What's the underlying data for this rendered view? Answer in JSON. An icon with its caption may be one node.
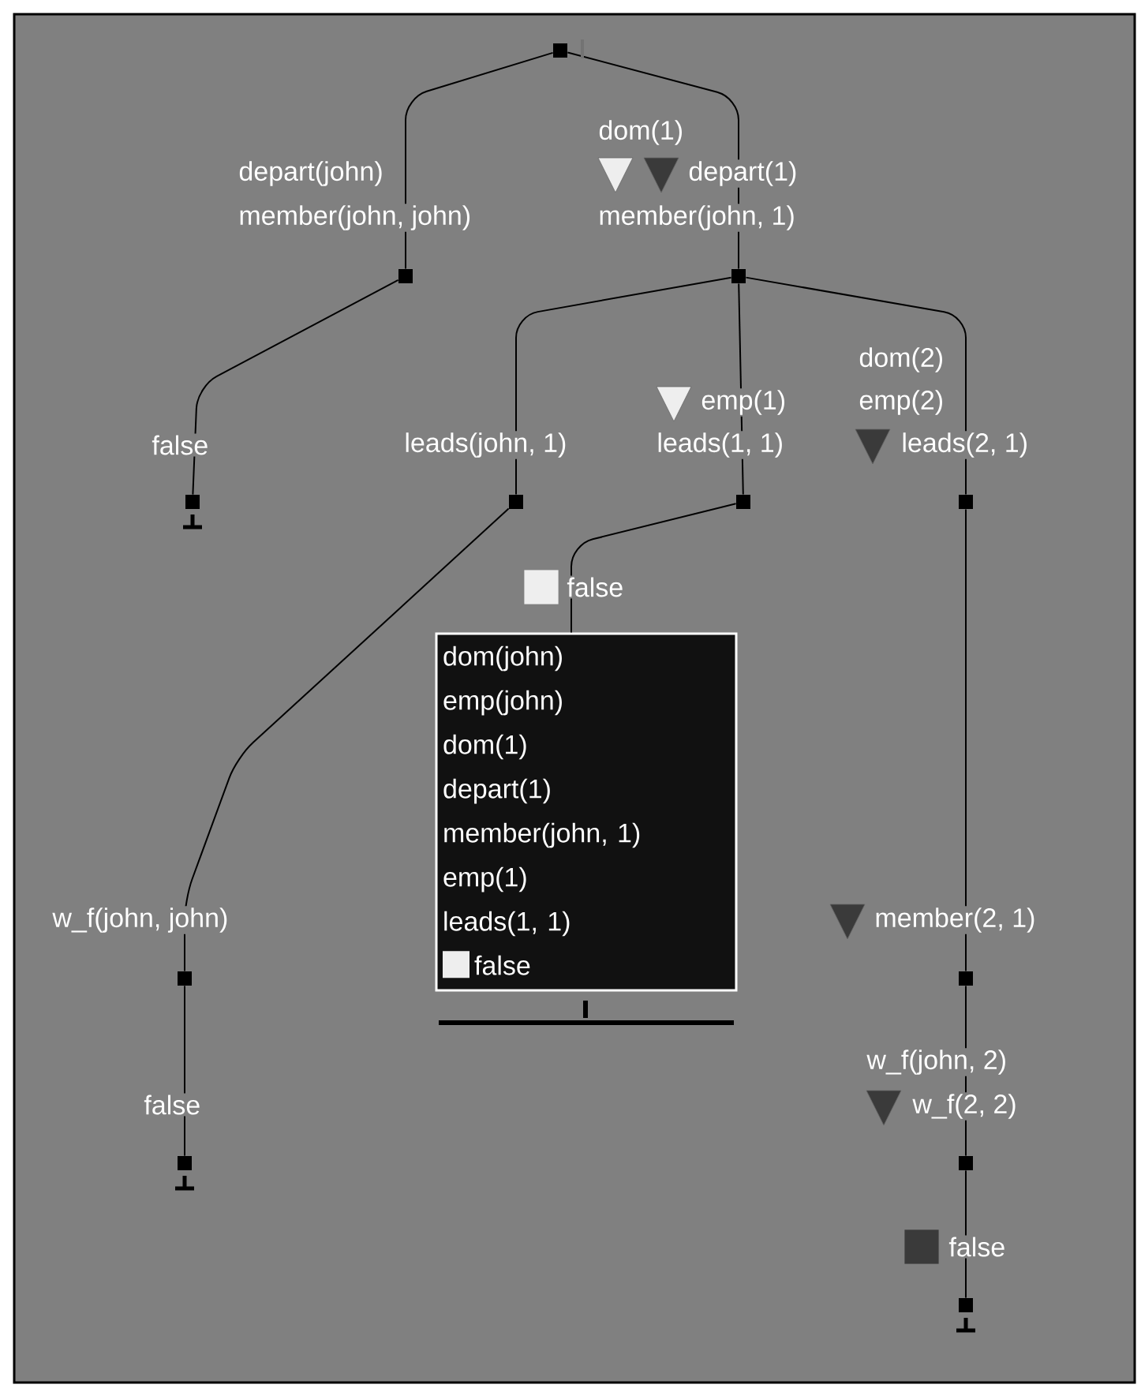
{
  "diagram": {
    "nodes": [
      {
        "text": [],
        "shape": "box"
      },
      {
        "text": [],
        "shape": "box",
        "beside": [
          "depart(john)",
          "member(john, john)"
        ]
      },
      {
        "text": [],
        "shape": "box",
        "beside": [
          "dom(1)",
          "depart(1)",
          "member(john, 1)"
        ]
      },
      {
        "text": [],
        "shape": "box",
        "beside": [
          "false"
        ]
      },
      {
        "text": [],
        "shape": "box",
        "beside": [
          "leads(john, 1)"
        ]
      },
      {
        "text": [],
        "shape": "box",
        "beside": [
          "emp(1)",
          "leads(1, 1)"
        ]
      },
      {
        "text": [],
        "shape": "box",
        "beside": [
          "dom(2)",
          "emp(2)",
          "leads(2, 1)"
        ]
      },
      {
        "text": [
          "dom(john)",
          "emp(john)",
          "dom(1)",
          "depart(1)",
          "member(john, 1)",
          "emp(1)",
          "leads(1, 1)",
          "false"
        ],
        "beside": [
          "false"
        ]
      },
      {
        "text": [],
        "shape": "box",
        "beside": [
          "w_f(john, john)"
        ]
      },
      {
        "text": [],
        "shape": "box",
        "beside": [
          "false"
        ]
      },
      {
        "text": [],
        "shape": "box",
        "beside": [
          "member(2, 1)"
        ]
      },
      {
        "text": [],
        "shape": "box",
        "beside": [
          "w_f(john, 2)",
          "w_f(2, 2)"
        ]
      },
      {
        "text": [],
        "shape": "box",
        "beside": [
          "false"
        ]
      }
    ],
    "edges": [
      {
        "from": 0,
        "to": 1,
        "arrow": "none"
      },
      {
        "from": 0,
        "to": 2,
        "arrow": "none"
      },
      {
        "from": 1,
        "to": 3,
        "arrow": "none"
      },
      {
        "from": 2,
        "to": 4,
        "arrow": "none"
      },
      {
        "from": 2,
        "to": 5,
        "arrow": "none"
      },
      {
        "from": 2,
        "to": 6,
        "arrow": "none"
      },
      {
        "from": 4,
        "to": 8,
        "arrow": "none"
      },
      {
        "from": 5,
        "to": 7,
        "arrow": "none"
      },
      {
        "from": 8,
        "to": 9,
        "arrow": "none"
      },
      {
        "from": 6,
        "to": 10,
        "arrow": "none"
      },
      {
        "from": 10,
        "to": 11,
        "arrow": "none"
      },
      {
        "from": 11,
        "to": 12,
        "arrow": "none"
      }
    ]
  }
}
